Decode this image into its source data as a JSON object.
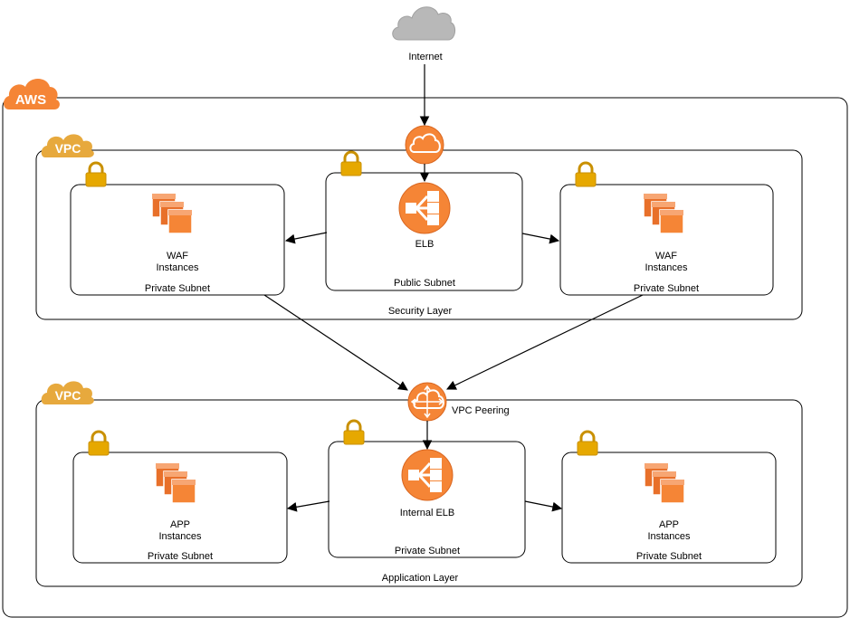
{
  "internet": {
    "label": "Internet"
  },
  "aws": {
    "badge": "AWS"
  },
  "security_vpc": {
    "badge": "VPC",
    "layer_label": "Security Layer",
    "left_subnet": {
      "label": "Private Subnet",
      "instances_line1": "WAF",
      "instances_line2": "Instances"
    },
    "center_subnet": {
      "label": "Public Subnet",
      "elb_label": "ELB"
    },
    "right_subnet": {
      "label": "Private Subnet",
      "instances_line1": "WAF",
      "instances_line2": "Instances"
    }
  },
  "peering": {
    "label": "VPC Peering"
  },
  "application_vpc": {
    "badge": "VPC",
    "layer_label": "Application Layer",
    "left_subnet": {
      "label": "Private Subnet",
      "instances_line1": "APP",
      "instances_line2": "Instances"
    },
    "center_subnet": {
      "label": "Private Subnet",
      "elb_label": "Internal ELB"
    },
    "right_subnet": {
      "label": "Private Subnet",
      "instances_line1": "APP",
      "instances_line2": "Instances"
    }
  },
  "colors": {
    "aws_orange": "#F58536",
    "vpc_gold": "#E7A93D",
    "lock_gold": "#E6A800",
    "instance_orange": "#F58536",
    "cloud_gray": "#B8B8B8"
  }
}
